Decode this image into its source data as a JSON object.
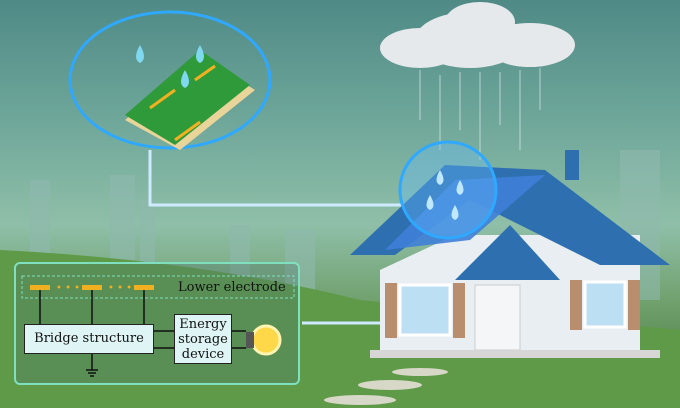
{
  "diagram": {
    "electrode_label": "Lower electrode",
    "bridge_label": "Bridge structure",
    "storage_label": "Energy storage device"
  },
  "colors": {
    "electrode": "#f0b020",
    "loop": "#2fa8ff",
    "roof": "#2e6fb0"
  }
}
